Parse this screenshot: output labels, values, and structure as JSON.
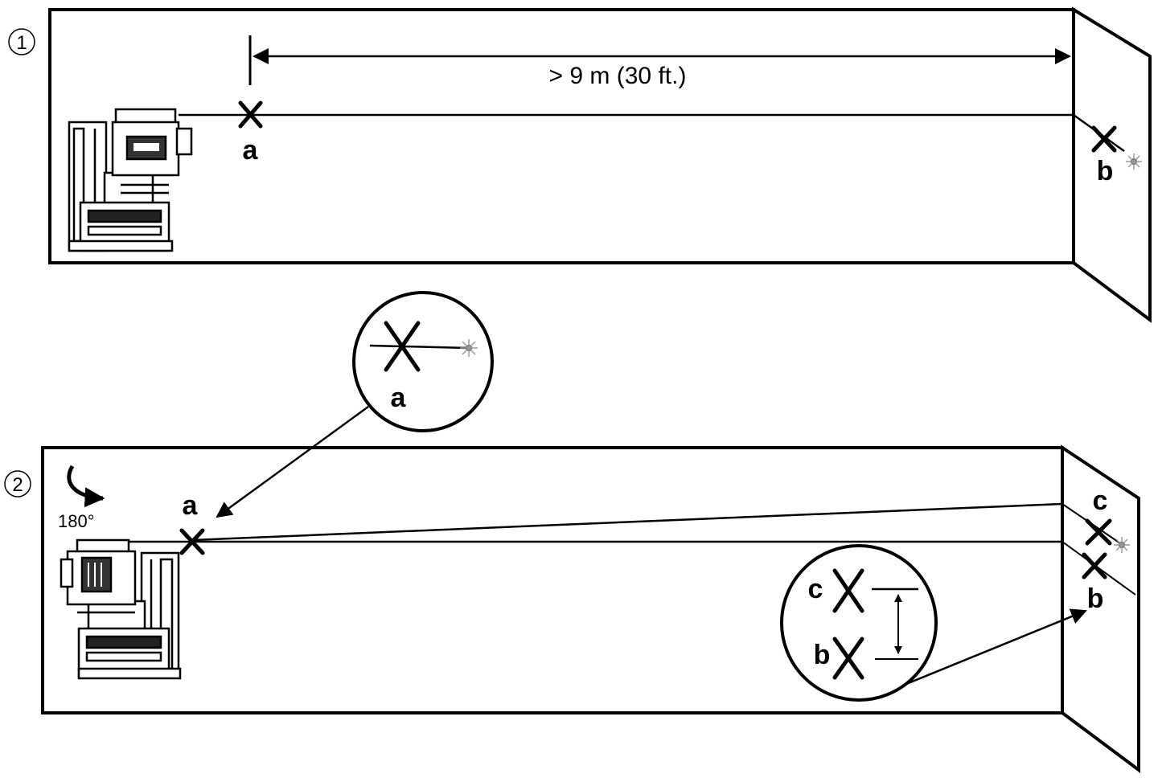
{
  "steps": [
    {
      "number": "1"
    },
    {
      "number": "2"
    }
  ],
  "distance_label": "> 9 m (30 ft.)",
  "rotation_label": "180°",
  "points": {
    "a": "a",
    "b": "b",
    "c": "c"
  },
  "colors": {
    "line": "#000000",
    "background": "#ffffff",
    "laser_dot": "#9a9a9a"
  }
}
